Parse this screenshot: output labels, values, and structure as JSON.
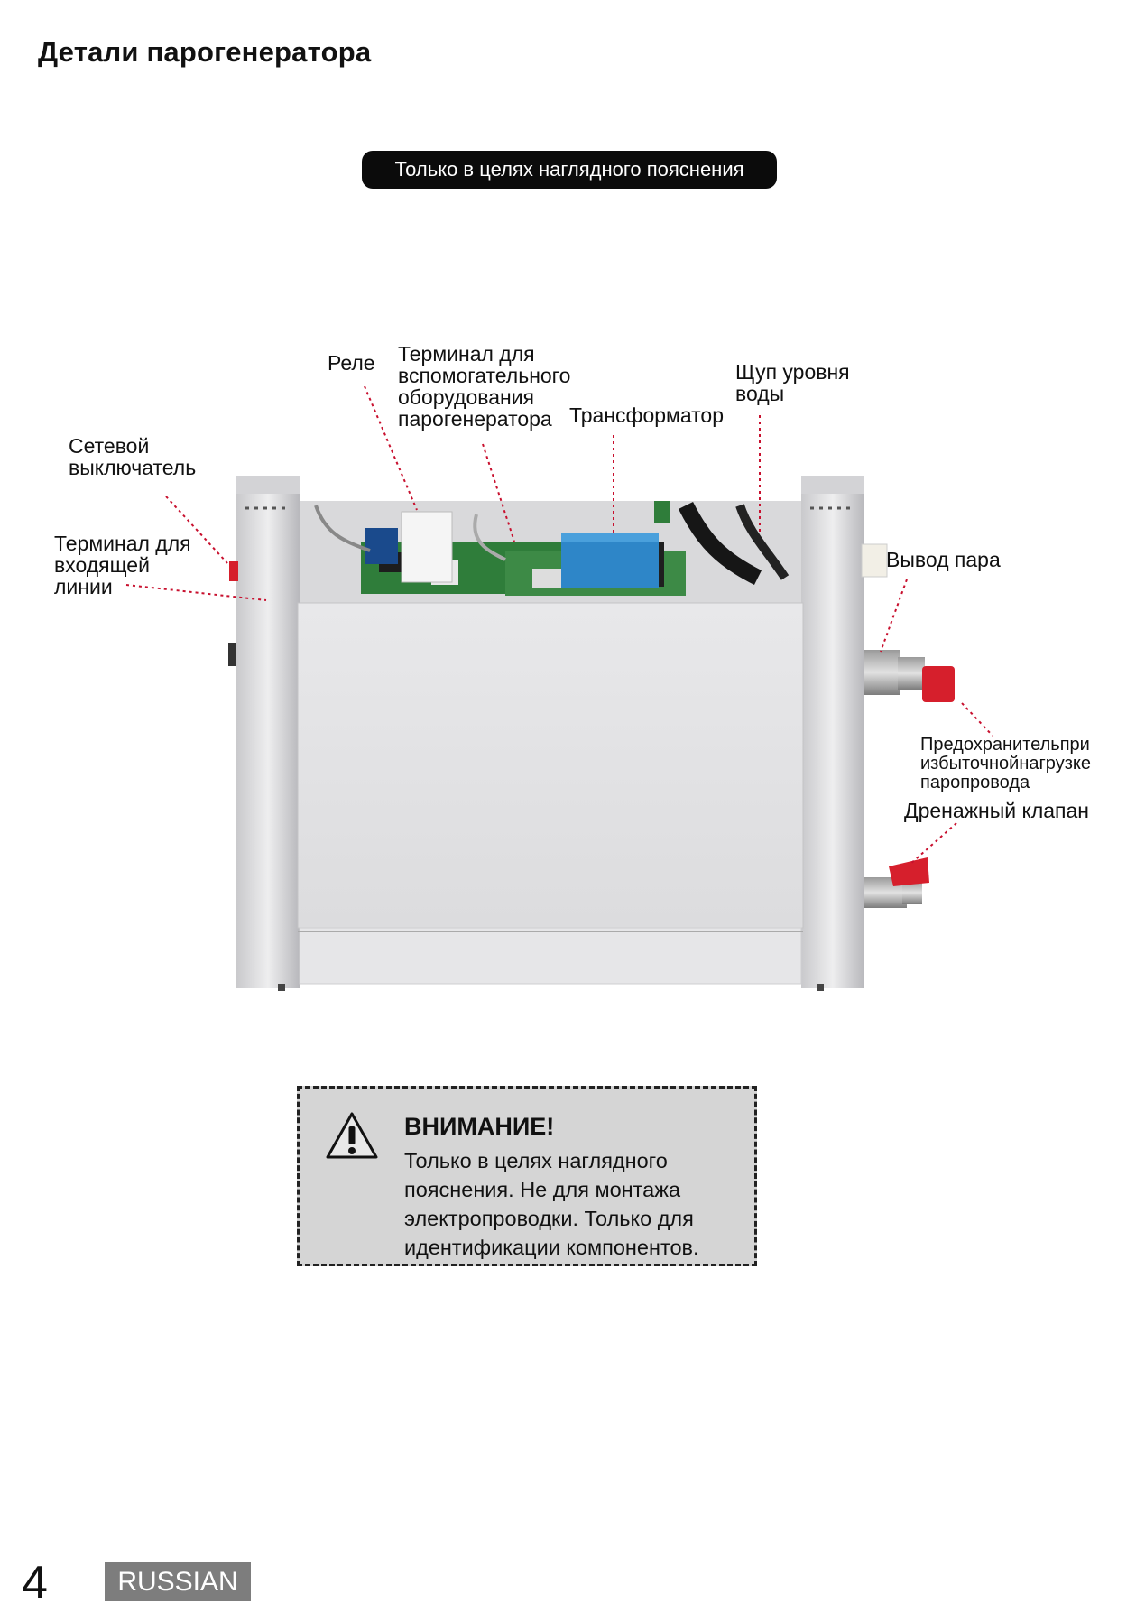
{
  "page": {
    "title": "Детали парогенератора",
    "notice_pill": "Только в целях наглядного пояснения"
  },
  "labels": {
    "rele": "Реле",
    "aux_terminal": "Терминал для\nвспомогательного\nоборудования\nпарогенератора",
    "transformer": "Трансформатор",
    "water_probe": "Щуп уровня\nводы",
    "power_switch": "Сетевой\nвыключатель",
    "input_terminal": "Терминал для\nвходящей\nлинии",
    "steam_outlet": "Вывод пара",
    "safety_valve": "Предохранительпри\nизбыточнойнагрузке\nпаропровода",
    "drain_valve": "Дренажный клапан"
  },
  "warning": {
    "icon": "warning-triangle-icon",
    "title": "ВНИМАНИЕ!",
    "body": "Только в целях наглядного пояснения. Не для монтажа электропроводки. Только для идентификации компонентов."
  },
  "footer": {
    "page_number": "4",
    "language": "RUSSIAN"
  },
  "colors": {
    "leader_line": "#c8102e",
    "pill_bg": "#0b0b0b",
    "warning_bg": "#d5d5d5",
    "language_bg": "#7d7d7d",
    "pcb_green": "#2f7d3a",
    "transformer_blue": "#2e86c8",
    "valve_red": "#d61f2c"
  }
}
